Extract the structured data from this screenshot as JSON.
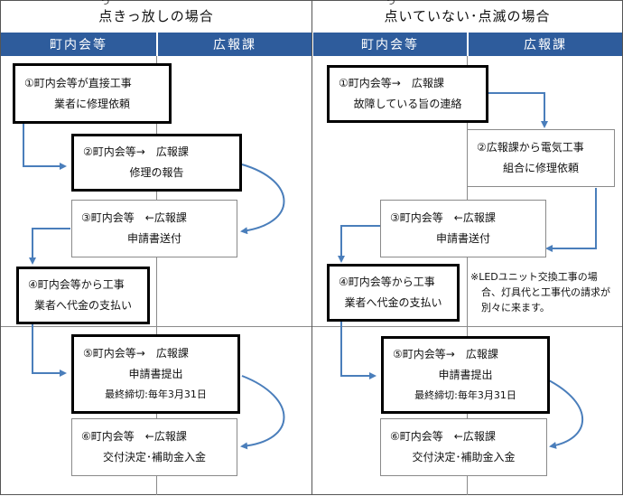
{
  "left_panel": {
    "title_prefix": "",
    "title_ruby_base": "点",
    "title_ruby_reading": "つ",
    "title_rest": "きっ放しの場合",
    "col_left": "町内会等",
    "col_right": "広報課",
    "steps": [
      {
        "line1": "①町内会等が直接工事",
        "line2": "業者に修理依頼"
      },
      {
        "line1": "②町内会等→　広報課",
        "line2": "修理の報告"
      },
      {
        "line1": "③町内会等　←広報課",
        "line2": "申請書送付"
      },
      {
        "line1": "④町内会等から工事",
        "line2": "業者へ代金の支払い"
      },
      {
        "line1": "⑤町内会等→　広報課",
        "line2": "申請書提出",
        "line3": "最終締切:毎年3月31日"
      },
      {
        "line1": "⑥町内会等　←広報課",
        "line2": "交付決定･補助金入金"
      }
    ]
  },
  "right_panel": {
    "title_ruby_base": "点",
    "title_ruby_reading": "つ",
    "title_rest": "いていない･点滅の場合",
    "col_left": "町内会等",
    "col_right": "広報課",
    "steps": [
      {
        "line1": "①町内会等→　広報課",
        "line2": "故障している旨の連絡"
      },
      {
        "line1": "②広報課から電気工事",
        "line2": "組合に修理依頼"
      },
      {
        "line1": "③町内会等　←広報課",
        "line2": "申請書送付"
      },
      {
        "line1": "④町内会等から工事",
        "line2": "業者へ代金の支払い"
      },
      {
        "line1": "⑤町内会等→　広報課",
        "line2": "申請書提出",
        "line3": "最終締切:毎年3月31日"
      },
      {
        "line1": "⑥町内会等　←広報課",
        "line2": "交付決定･補助金入金"
      }
    ],
    "note": [
      "※LEDユニット交換工事の場",
      "合、灯具代と工事代の請求が",
      "別々に来ます。"
    ]
  },
  "colors": {
    "header_blue": "#2e5c9c",
    "arrow_blue": "#4a7ebb"
  }
}
